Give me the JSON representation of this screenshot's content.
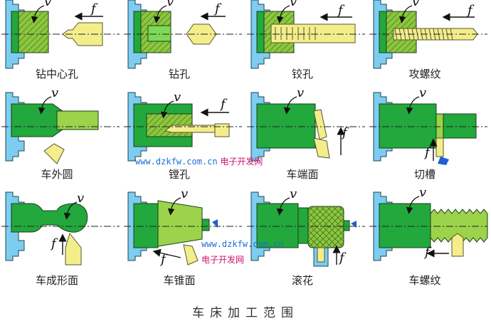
{
  "title": "车床加工范围",
  "symbols": {
    "speed": "v",
    "feed": "f"
  },
  "colors": {
    "chuck": "#7ccdf0",
    "workpiece": "#22a83c",
    "hatch": "#8dc63f",
    "tool": "#f3ee8a",
    "tool_dark": "#1f5fd0",
    "outline": "#1d3b1d"
  },
  "operations": [
    {
      "id": "center-drill",
      "label": "钻中心孔"
    },
    {
      "id": "drill",
      "label": "钻孔"
    },
    {
      "id": "ream",
      "label": "铰孔"
    },
    {
      "id": "tap",
      "label": "攻螺纹"
    },
    {
      "id": "turn-od",
      "label": "车外圆"
    },
    {
      "id": "bore",
      "label": "镗孔"
    },
    {
      "id": "face",
      "label": "车端面"
    },
    {
      "id": "groove",
      "label": "切槽"
    },
    {
      "id": "form",
      "label": "车成形面"
    },
    {
      "id": "taper",
      "label": "车锥面"
    },
    {
      "id": "knurl",
      "label": "滚花"
    },
    {
      "id": "thread",
      "label": "车螺纹"
    }
  ],
  "watermarks": [
    {
      "url": "www.dzkfw.com.cn",
      "name": "电子开发网"
    },
    {
      "url": "www.dzkfw.com.cn",
      "name": "电子开发网"
    }
  ]
}
